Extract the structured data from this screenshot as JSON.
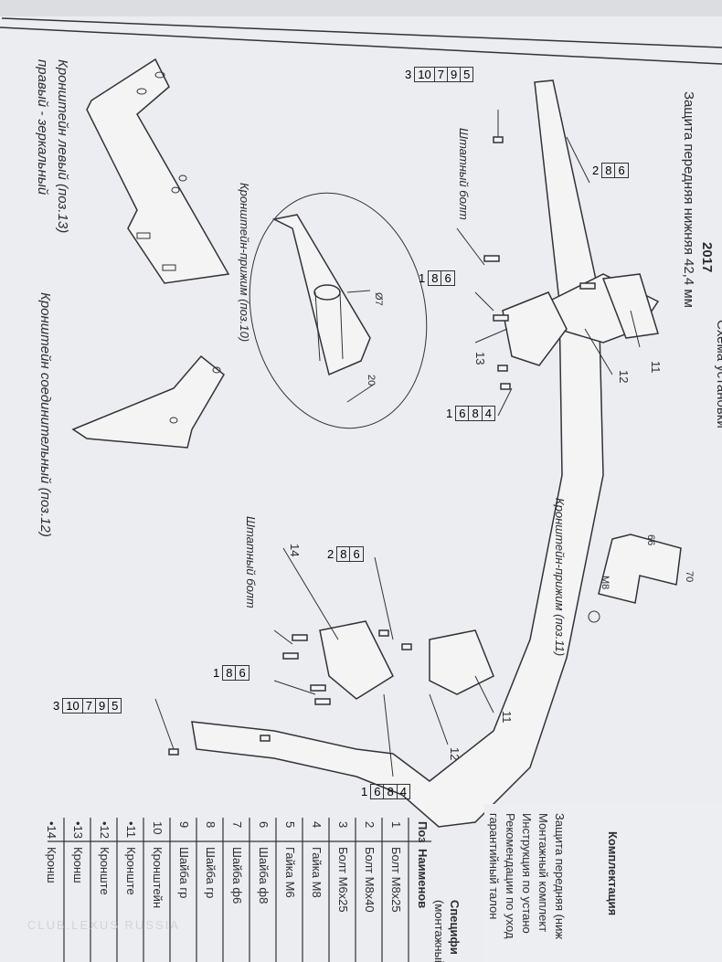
{
  "header": {
    "title_top": "Схема установки",
    "subtitle": "Защита передняя нижняя 42,4 мм",
    "year": "2017"
  },
  "labels": {
    "bracket_left": "Кронштейн левый (поз.13)",
    "bracket_right": "правый - зеркальный",
    "bracket_connecting": "Кронштейн соединительный (поз.12)",
    "bracket_clamp_10": "Кронштейн-прижим (поз.10)",
    "bracket_clamp_11": "Кронштейн-прижим (поз.11)",
    "standard_bolt_1": "Штатный болт",
    "standard_bolt_2": "Штатный болт"
  },
  "dimensions": {
    "d7": "Ø7",
    "d20": "20",
    "d66": "66",
    "d70": "70",
    "m8": "M8"
  },
  "callouts": {
    "stack_3_10_7_9_5": [
      "3",
      "10",
      "7",
      "9",
      "5"
    ],
    "stack_2_8_6": [
      "2",
      "8",
      "6"
    ],
    "stack_1_8_6": [
      "1",
      "8",
      "6"
    ],
    "stack_1_6_8_4": [
      "1",
      "6",
      "8",
      "4"
    ],
    "part_11": "11",
    "part_12": "12",
    "part_13": "13",
    "part_14": "14"
  },
  "kit": {
    "heading": "Комплектация",
    "items": [
      "Защита передняя (ниж",
      "Монтажный комплект",
      "Инструкция по устано",
      "Рекомендации по уход",
      "гарантийный талон"
    ]
  },
  "spec": {
    "heading": "Специфи",
    "subheading": "(монтажный",
    "col_pos": "Поз",
    "col_name": "Наименов",
    "rows": [
      {
        "pos": "1",
        "name": "Болт М8х25"
      },
      {
        "pos": "2",
        "name": "Болт М8х40"
      },
      {
        "pos": "3",
        "name": "Болт М6х25"
      },
      {
        "pos": "4",
        "name": "Гайка М8"
      },
      {
        "pos": "5",
        "name": "Гайка М6"
      },
      {
        "pos": "6",
        "name": "Шайба ф8"
      },
      {
        "pos": "7",
        "name": "Шайба ф6"
      },
      {
        "pos": "8",
        "name": "Шайба гр"
      },
      {
        "pos": "9",
        "name": "Шайба гр"
      },
      {
        "pos": "10",
        "name": "Кронштейн"
      },
      {
        "pos": "•11",
        "name": "Кронште"
      },
      {
        "pos": "•12",
        "name": "Кронште"
      },
      {
        "pos": "•13",
        "name": "Кронш"
      },
      {
        "pos": "•14",
        "name": "Кронш"
      }
    ]
  },
  "watermark": "CLUB.LEXUS RUSSIA"
}
